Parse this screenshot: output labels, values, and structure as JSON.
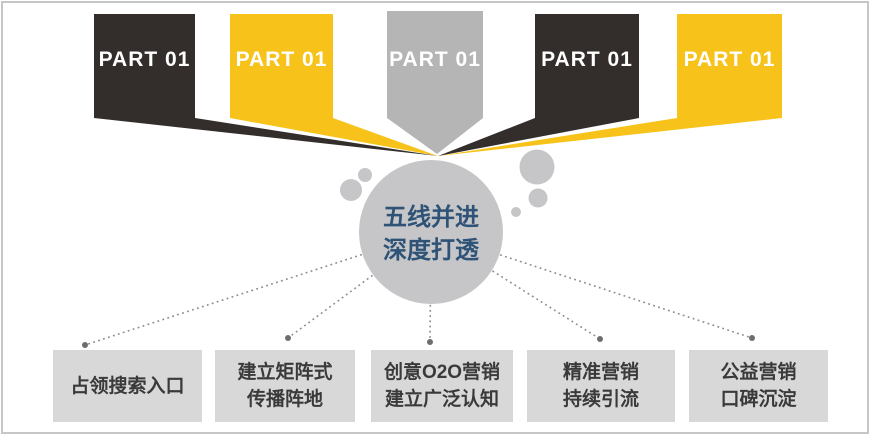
{
  "slide": {
    "banners": [
      {
        "label": "PART 01",
        "style": "dark"
      },
      {
        "label": "PART 01",
        "style": "yellow"
      },
      {
        "label": "PART 01",
        "style": "gray"
      },
      {
        "label": "PART 01",
        "style": "dark"
      },
      {
        "label": "PART 01",
        "style": "yellow"
      }
    ],
    "center_circle": {
      "line1": "五线并进",
      "line2": "深度打透"
    },
    "strategy_boxes": [
      {
        "line1": "占领搜索入口",
        "line2": ""
      },
      {
        "line1": "建立矩阵式",
        "line2": "传播阵地"
      },
      {
        "line1": "创意O2O营销",
        "line2": "建立广泛认知"
      },
      {
        "line1": "精准营销",
        "line2": "持续引流"
      },
      {
        "line1": "公益营销",
        "line2": "口碑沉淀"
      }
    ],
    "colors": {
      "dark_banner": "#332d2b",
      "yellow_banner": "#f7c31a",
      "gray_banner": "#b5b5b6",
      "circle_fill": "#c6c6c8",
      "circle_text": "#2e5377",
      "box_fill": "#d8d8d8",
      "box_text": "#3a3a3a",
      "dotted_line": "#8c8c8c"
    }
  }
}
